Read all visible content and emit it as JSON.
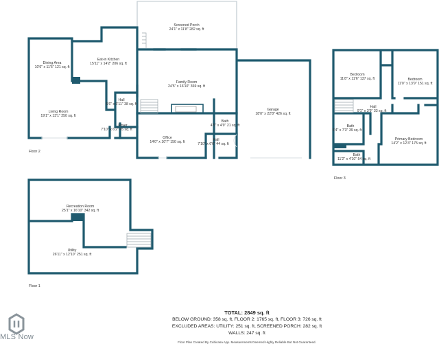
{
  "floors": [
    {
      "label": "Floor 2"
    },
    {
      "label": "Floor 1"
    },
    {
      "label": "Floor 3"
    }
  ],
  "rooms": {
    "screened_porch": {
      "name": "Screened Porch",
      "dims": "24'1\" x 11'8\" 282 sq. ft"
    },
    "dining": {
      "name": "Dining Area",
      "dims": "10'6\" x 11'6\" 121 sq. ft"
    },
    "kitchen": {
      "name": "Eat-in Kitchen",
      "dims": "15'11\" x 14'2\" 206 sq. ft"
    },
    "family": {
      "name": "Family Room",
      "dims": "24'5\" x 16'10\" 369 sq. ft"
    },
    "garage": {
      "name": "Garage",
      "dims": "18'0\" x 22'8\" 426 sq. ft"
    },
    "hall2a": {
      "name": "Hall",
      "dims": "5'6\" x 6'11\" 38 sq. ft"
    },
    "living": {
      "name": "Living Room",
      "dims": "19'1\" x 13'1\" 250 sq. ft"
    },
    "foyer": {
      "name": "Foyer",
      "dims": "7'10\" x 6'2\" 45 sq. ft"
    },
    "office": {
      "name": "Office",
      "dims": "14'0\" x 10'7\" 150 sq. ft"
    },
    "bath2": {
      "name": "Bath",
      "dims": "4'5\" x 4'9\" 21 sq. ft"
    },
    "hall2b": {
      "name": "Hall",
      "dims": "7'10\" x 6'0\" 44 sq. ft"
    },
    "recreation": {
      "name": "Recreation Room",
      "dims": "25'1\" x 16'10\" 342 sq. ft"
    },
    "utility": {
      "name": "Utility",
      "dims": "26'11\" x 12'10\" 251 sq. ft"
    },
    "bedroom_a": {
      "name": "Bedroom",
      "dims": "11'8\" x 11'6\" 137 sq. ft"
    },
    "bedroom_b": {
      "name": "Bedroom",
      "dims": "11'0\" x 13'9\" 151 sq. ft"
    },
    "hall3": {
      "name": "Hall",
      "dims": "9'1\" x 3'9\" 33 sq. ft"
    },
    "bath3a": {
      "name": "Bath",
      "dims": "6'4\" x 7'3\" 39 sq. ft"
    },
    "primary": {
      "name": "Primary Bedroom",
      "dims": "14'2\" x 12'4\" 175 sq. ft"
    },
    "bath3b": {
      "name": "Bath",
      "dims": "11'2\" x 4'10\" 54 sq. ft"
    }
  },
  "summary": {
    "total": "TOTAL: 2849 sq. ft",
    "line1": "BELOW GROUND: 358 sq. ft, FLOOR 2: 1765 sq. ft, FLOOR 3: 726 sq. ft",
    "line2": "EXCLUDED AREAS: UTILITY: 251 sq. ft, SCREENED PORCH: 282 sq. ft",
    "line3": "WALLS: 247 sq. ft",
    "credit": "Floor Plan Created By Cubicasa App. Measurements Deemed Highly Reliable But Not Guaranteed."
  },
  "logo": {
    "text": "MLS Now",
    "icon": "mls-now-logo-icon"
  },
  "colors": {
    "wall": "#1f5a6e",
    "text": "#333333"
  }
}
